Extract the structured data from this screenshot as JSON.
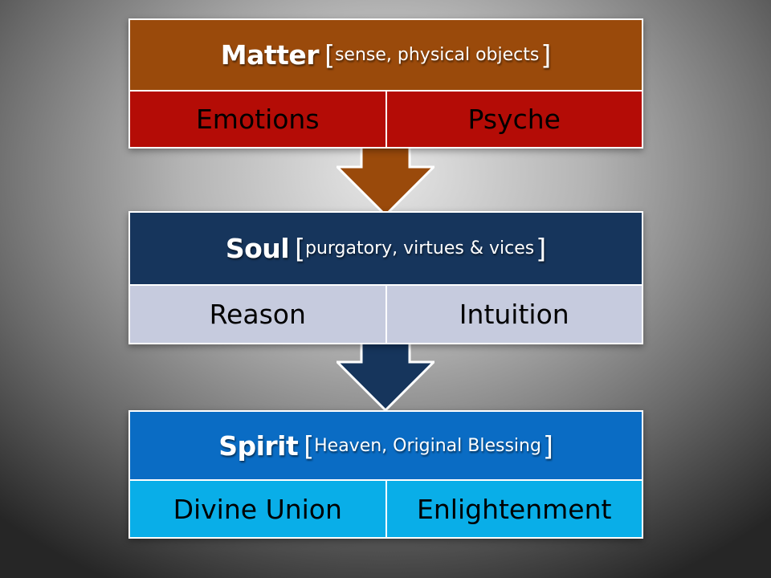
{
  "colors": {
    "matter_header": "#9a4a0b",
    "matter_cells": "#b40c06",
    "soul_header": "#16355c",
    "soul_cells": "#c6cbde",
    "spirit_header": "#0a6cc4",
    "spirit_cells": "#09aee8",
    "arrow_1": "#9a4a0b",
    "arrow_2": "#16355c"
  },
  "blocks": [
    {
      "title": "Matter",
      "subtitle_open": "[",
      "subtitle": "sense, physical objects",
      "subtitle_close": "]",
      "cells": [
        "Emotions",
        "Psyche"
      ]
    },
    {
      "title": "Soul",
      "subtitle_open": "[",
      "subtitle": "purgatory, virtues & vices",
      "subtitle_close": "]",
      "cells": [
        "Reason",
        "Intuition"
      ]
    },
    {
      "title": "Spirit",
      "subtitle_open": "[",
      "subtitle": "Heaven, Original Blessing",
      "subtitle_close": "]",
      "cells": [
        "Divine Union",
        "Enlightenment"
      ]
    }
  ]
}
